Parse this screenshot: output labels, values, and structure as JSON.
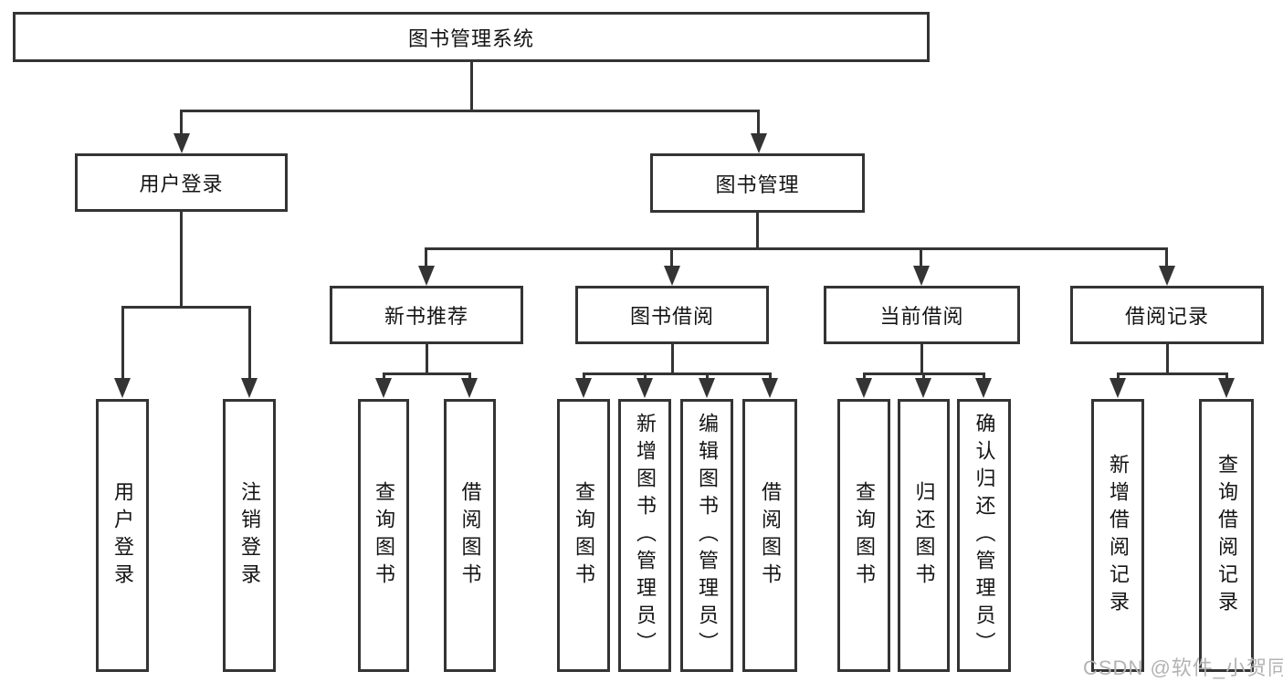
{
  "diagram": {
    "root": {
      "label": "图书管理系统"
    },
    "level2": [
      {
        "label": "用户登录",
        "leaves": [
          {
            "label": "用户登录"
          },
          {
            "label": "注销登录"
          }
        ]
      },
      {
        "label": "图书管理",
        "groups": [
          {
            "label": "新书推荐",
            "leaves": [
              {
                "label": "查询图书"
              },
              {
                "label": "借阅图书"
              }
            ]
          },
          {
            "label": "图书借阅",
            "leaves": [
              {
                "label": "查询图书"
              },
              {
                "label": "新增图书（管理员）"
              },
              {
                "label": "编辑图书（管理员）"
              },
              {
                "label": "借阅图书"
              }
            ]
          },
          {
            "label": "当前借阅",
            "leaves": [
              {
                "label": "查询图书"
              },
              {
                "label": "归还图书"
              },
              {
                "label": "确认归还（管理员）"
              }
            ]
          },
          {
            "label": "借阅记录",
            "leaves": [
              {
                "label": "新增借阅记录"
              },
              {
                "label": "查询借阅记录"
              }
            ]
          }
        ]
      }
    ]
  },
  "watermark": {
    "text": "CSDN @软件_小贺同学"
  },
  "colors": {
    "line": "#343434",
    "text": "#141414",
    "watermark": "#b3b3b3",
    "background": "#ffffff"
  }
}
